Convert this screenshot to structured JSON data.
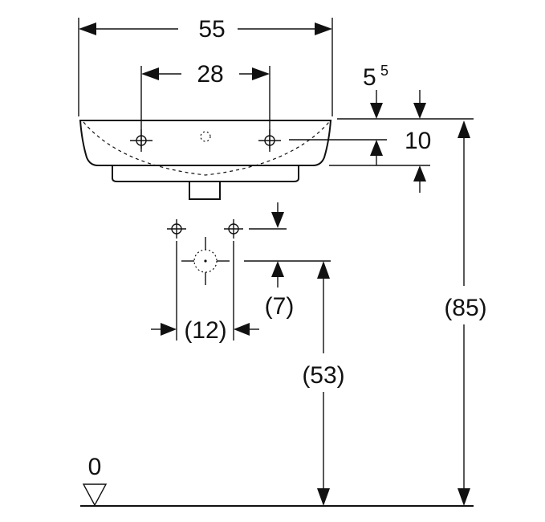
{
  "dimensions": {
    "width": "55",
    "tap_spacing": "28",
    "rim_offset_base": "5",
    "rim_offset_sup": "5",
    "basin_height": "10",
    "overall_height": "(85)",
    "drain_height": "(53)",
    "drain_offset": "(7)",
    "supply_spacing": "(12)",
    "floor_level": "0"
  },
  "colors": {
    "line": "#111111",
    "background": "#ffffff"
  }
}
